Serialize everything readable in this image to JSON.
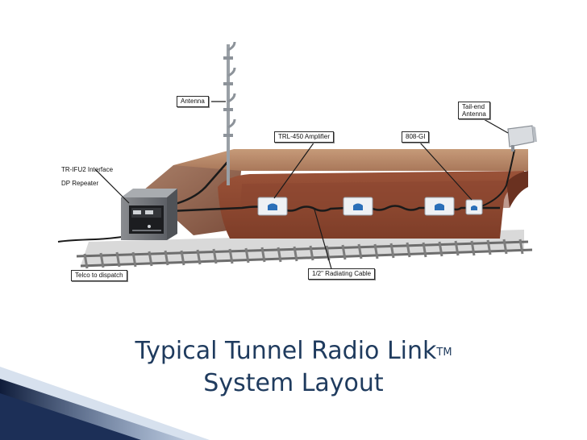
{
  "labels": {
    "antenna": "Antenna",
    "tail_end_antenna_line1": "Tail-end",
    "tail_end_antenna_line2": "Antenna",
    "amplifier": "TRL-450 Amplifier",
    "gi": "808-GI",
    "interface": "TR-IFU2 Interface",
    "repeater": "DP Repeater",
    "telco": "Telco to dispatch",
    "cable": "1/2\" Radiating Cable"
  },
  "title": {
    "line1": "Typical Tunnel Radio Link",
    "trademark": "TM",
    "line2": "System Layout"
  },
  "colors": {
    "earth_top": "#b78a6a",
    "earth_face": "#8f4a33",
    "tunnel_dark": "#7b3b27",
    "ground": "#c8c8c8",
    "rail": "#9a9a9a",
    "device_blue": "#2a6fb8",
    "title": "#1f3b5e",
    "accent_navy": "#1c2f57"
  }
}
